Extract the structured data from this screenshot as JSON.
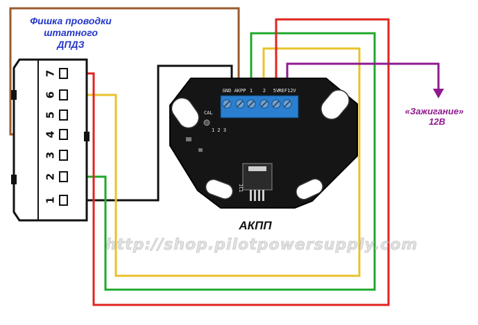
{
  "connector": {
    "title_lines": [
      "Фишка проводки",
      "штатного",
      "ДПДЗ"
    ],
    "pins": [
      "7",
      "6",
      "5",
      "4",
      "3",
      "2",
      "1"
    ]
  },
  "board": {
    "label": "АКПП",
    "terminals": [
      "GND",
      "AKPP",
      "1",
      "2",
      "5V",
      "REF12V"
    ],
    "cal_label": "CAL",
    "cal_numbers": "1 2 3",
    "chip_marking": "1C1"
  },
  "ignition": {
    "label": "«Зажигание»",
    "voltage": "12В"
  },
  "watermark": "http://shop.pilotpowersupply.com",
  "colors": {
    "brown": "#9a5a2c",
    "green": "#1fa82a",
    "red": "#e2231f",
    "yellow": "#e8c22a",
    "purple": "#8e1a8e",
    "black": "#111111",
    "title_blue": "#2436c8"
  }
}
